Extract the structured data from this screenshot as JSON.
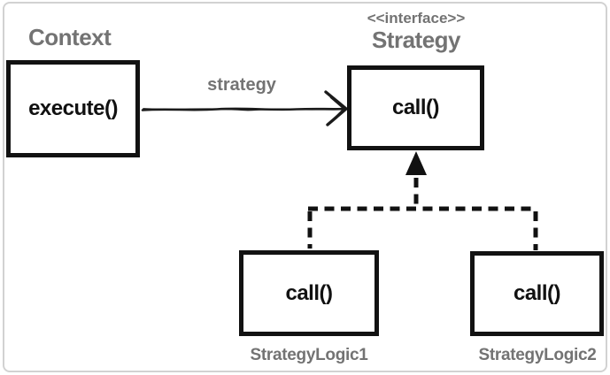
{
  "diagram": {
    "context": {
      "title": "Context",
      "method": "execute()"
    },
    "strategy": {
      "stereotype": "<<interface>>",
      "title": "Strategy",
      "method": "call()"
    },
    "association": {
      "label": "strategy"
    },
    "implementations": [
      {
        "label": "StrategyLogic1",
        "method": "call()"
      },
      {
        "label": "StrategyLogic2",
        "method": "call()"
      }
    ],
    "colors": {
      "gray_text": "#737373",
      "box_border": "#121212",
      "connector": "#111111",
      "frame_border": "#d2d2d2",
      "background": "#ffffff"
    }
  }
}
